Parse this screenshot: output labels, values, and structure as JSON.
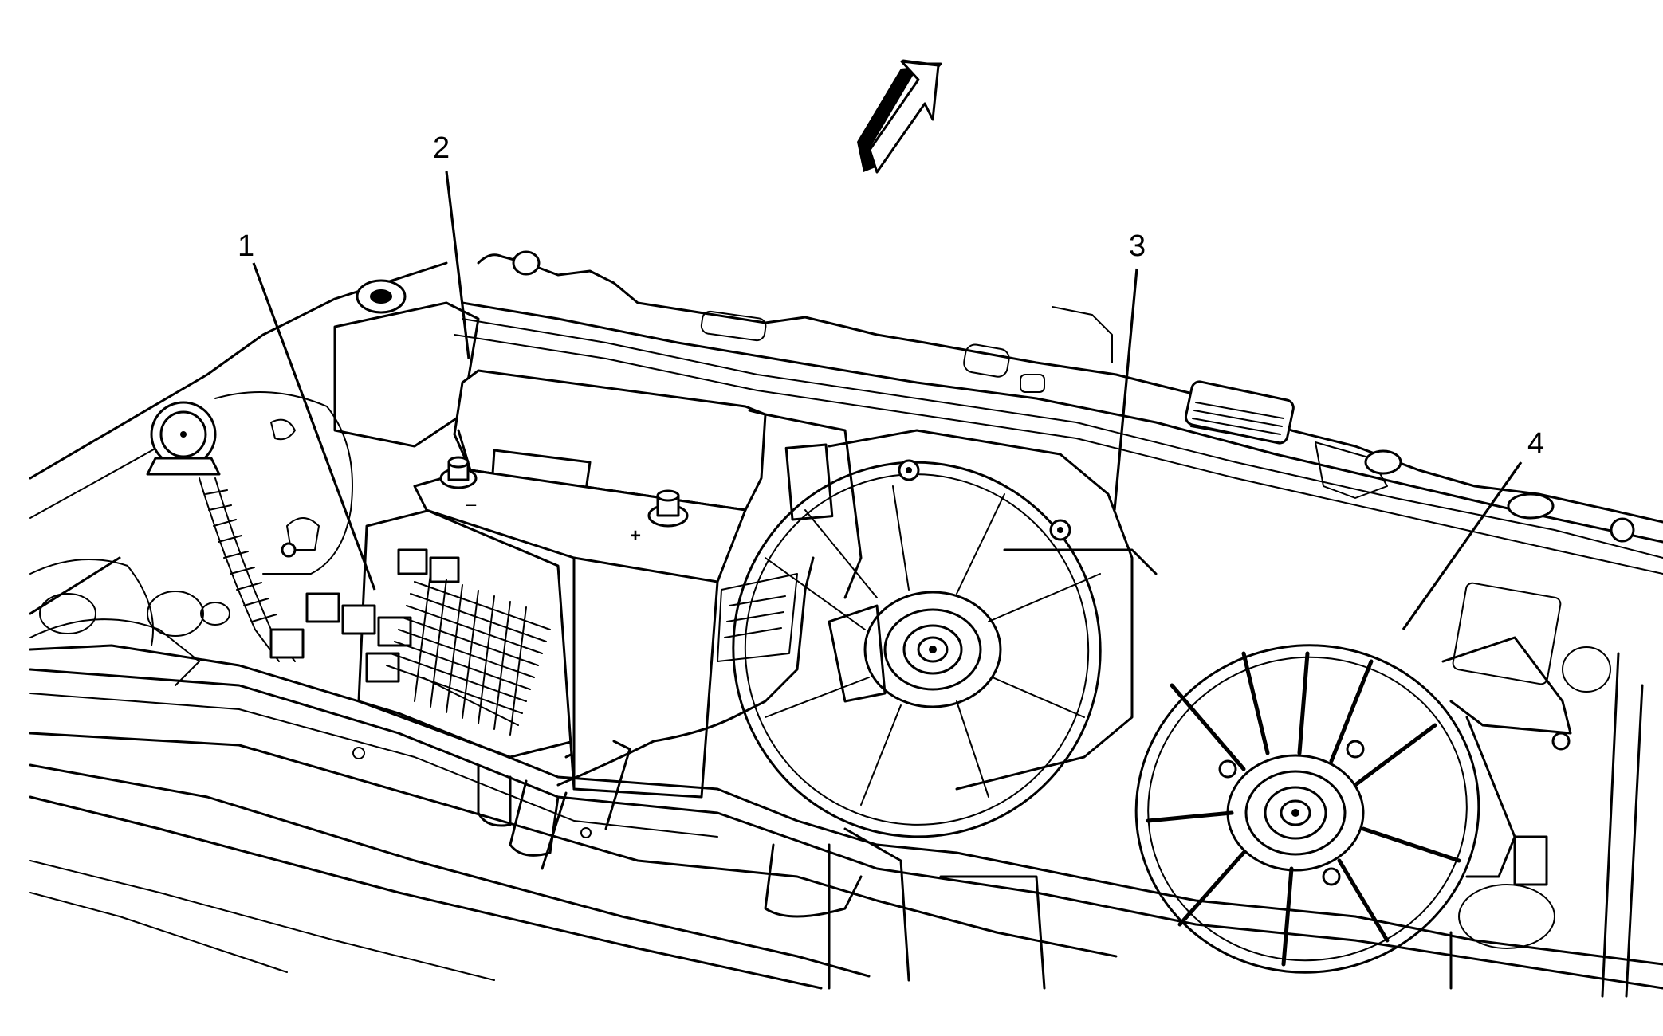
{
  "figure": {
    "type": "technical-line-illustration",
    "subject": "engine compartment, front view",
    "background_color": "#ffffff",
    "line_color": "#000000"
  },
  "orientation_arrow": {
    "icon": "forward-direction-arrow",
    "direction": "up-right"
  },
  "callouts": [
    {
      "id": "1",
      "label": "1"
    },
    {
      "id": "2",
      "label": "2"
    },
    {
      "id": "3",
      "label": "3"
    },
    {
      "id": "4",
      "label": "4"
    }
  ],
  "battery": {
    "negative_terminal_mark": "–",
    "positive_terminal_mark": "+"
  }
}
